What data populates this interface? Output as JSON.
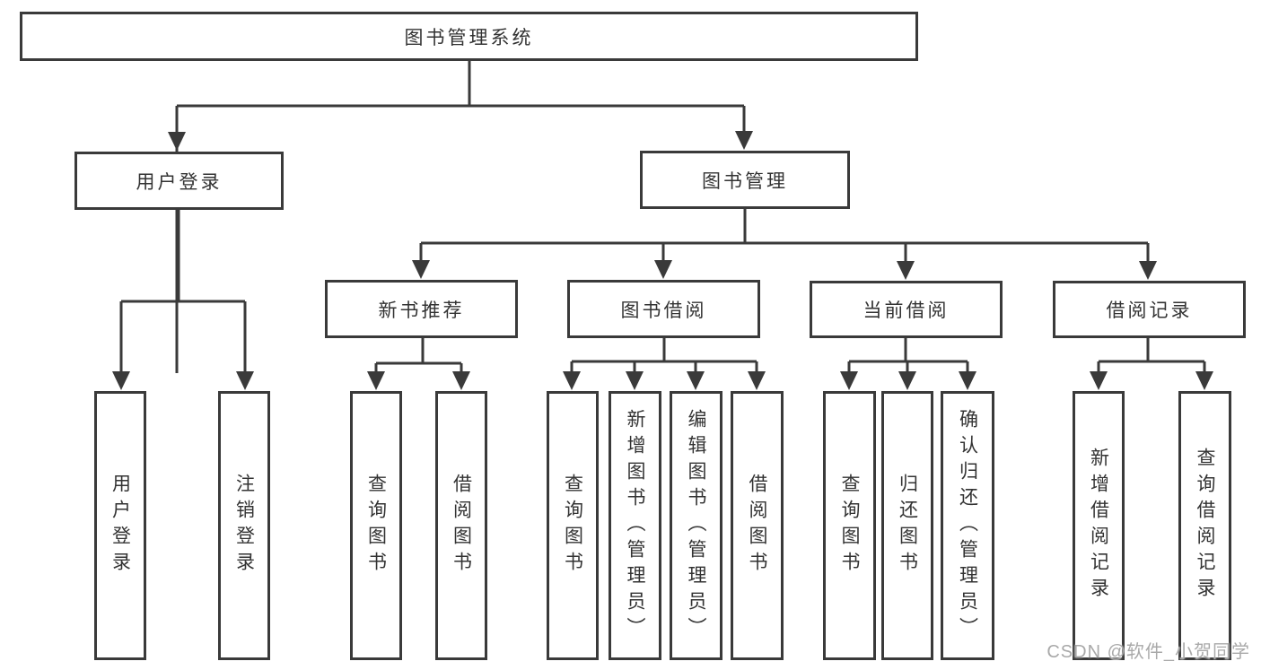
{
  "diagram": {
    "type": "functional-structure-tree",
    "tree": {
      "root": {
        "label": "图书管理系统",
        "children": [
          {
            "label": "用户登录",
            "children": [
              {
                "label": "用户登录"
              },
              {
                "label": "注销登录"
              }
            ]
          },
          {
            "label": "图书管理",
            "children": [
              {
                "label": "新书推荐",
                "children": [
                  {
                    "label": "查询图书"
                  },
                  {
                    "label": "借阅图书"
                  }
                ]
              },
              {
                "label": "图书借阅",
                "children": [
                  {
                    "label": "查询图书"
                  },
                  {
                    "label": "新增图书（管理员）"
                  },
                  {
                    "label": "编辑图书（管理员）"
                  },
                  {
                    "label": "借阅图书"
                  }
                ]
              },
              {
                "label": "当前借阅",
                "children": [
                  {
                    "label": "查询图书"
                  },
                  {
                    "label": "归还图书"
                  },
                  {
                    "label": "确认归还（管理员）"
                  }
                ]
              },
              {
                "label": "借阅记录",
                "children": [
                  {
                    "label": "新增借阅记录"
                  },
                  {
                    "label": "查询借阅记录"
                  }
                ]
              }
            ]
          }
        ]
      }
    },
    "colors": {
      "line": "#3a3a3a",
      "box_border": "#3a3a3a",
      "text": "#333333",
      "background": "#ffffff",
      "watermark": "#a9a9a9"
    },
    "watermark": {
      "text": "CSDN @软件_小贺同学"
    }
  }
}
